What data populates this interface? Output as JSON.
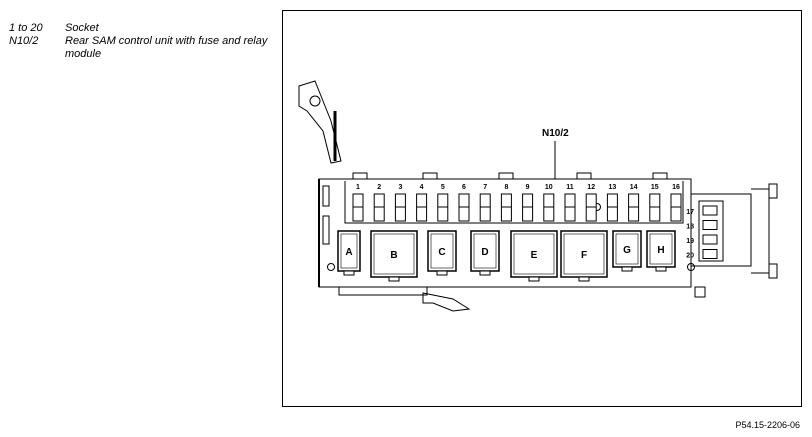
{
  "legend": [
    {
      "key": "1 to 20",
      "value": "Socket"
    },
    {
      "key": "N10/2",
      "value": "Rear SAM control unit with fuse and relay module"
    }
  ],
  "diagram": {
    "callout": "N10/2",
    "fuse_numbers": [
      "1",
      "2",
      "3",
      "4",
      "5",
      "6",
      "7",
      "8",
      "9",
      "10",
      "11",
      "12",
      "13",
      "14",
      "15",
      "16"
    ],
    "socket_numbers": [
      "17",
      "18",
      "19",
      "20"
    ],
    "relays": [
      "A",
      "B",
      "C",
      "D",
      "E",
      "F",
      "G",
      "H"
    ]
  },
  "figure_code": "P54.15-2206-06"
}
